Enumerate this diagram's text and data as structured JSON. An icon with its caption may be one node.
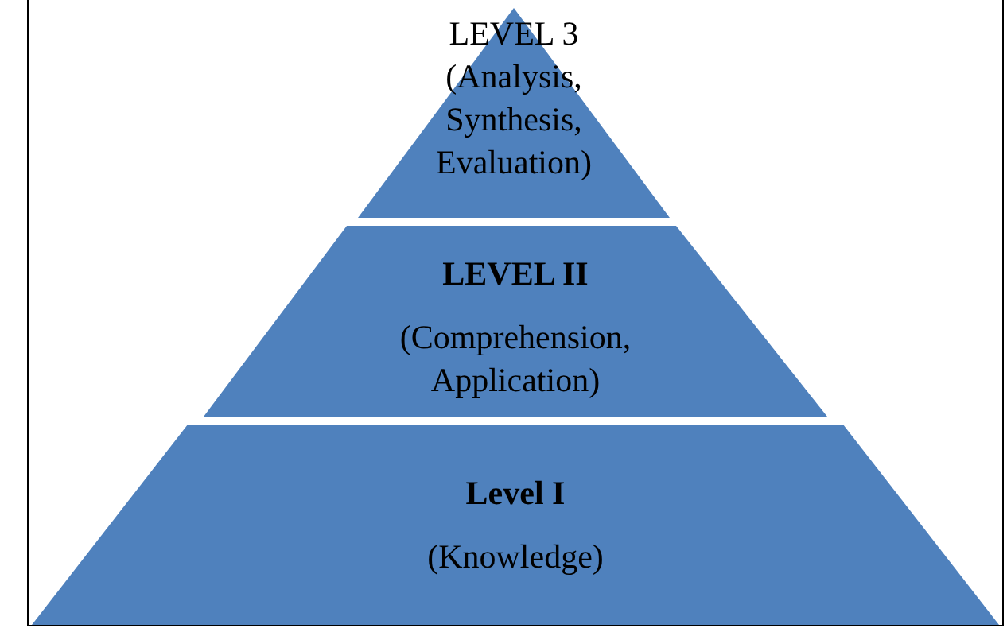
{
  "diagram": {
    "nodes": [
      {
        "text": [
          "LEVEL 3",
          "(Analysis, Synthesis, Evaluation)"
        ]
      },
      {
        "text": [
          "LEVEL II",
          "(Comprehension, Application)"
        ]
      },
      {
        "text": [
          "Level I",
          "(Knowledge)"
        ]
      }
    ],
    "edges": []
  }
}
